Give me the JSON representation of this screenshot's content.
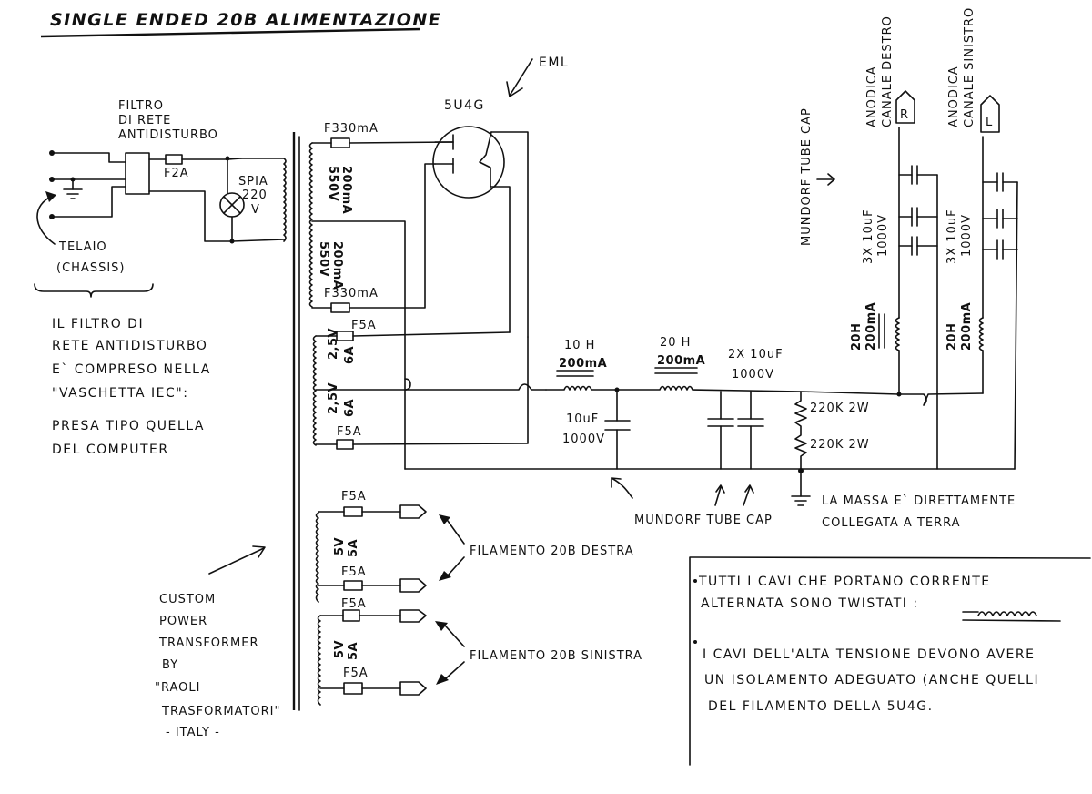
{
  "title": "SINGLE ENDED 20B  ALIMENTAZIONE",
  "mains_filter": {
    "label_lines": [
      "FILTRO",
      "DI RETE",
      "ANTIDISTURBO"
    ],
    "fuse": "F2A",
    "lamp_label": [
      "SPIA",
      "220",
      "V"
    ],
    "chassis_label": [
      "TELAIO",
      "(CHASSIS)"
    ],
    "note_lines": [
      "IL FILTRO DI",
      "RETE ANTIDISTURBO",
      "E` COMPRESO NELLA",
      "\"VASCHETTA IEC\":",
      "PRESA TIPO QUELLA",
      "DEL COMPUTER"
    ]
  },
  "transformer": {
    "hv_fuse_top": "F330mA",
    "hv_winding_1": [
      "550V",
      "200mA"
    ],
    "hv_winding_2": [
      "550V",
      "200mA"
    ],
    "hv_fuse_bottom": "F330mA",
    "fil_fuse_top": "F5A",
    "fil_winding_1": [
      "2,5V",
      "6A"
    ],
    "fil_winding_2": [
      "2,5V",
      "6A"
    ],
    "fil_fuse_bottom": "F5A",
    "maker_note": [
      "CUSTOM",
      "POWER",
      "TRANSFORMER",
      "BY",
      "\"RAOLI",
      "TRASFORMATORI\"",
      "- ITALY -"
    ]
  },
  "rectifier": {
    "tube": "5U4G",
    "brand": "EML"
  },
  "filter": {
    "choke1": [
      "10 H",
      "200mA"
    ],
    "cap1": [
      "10uF",
      "1000V"
    ],
    "choke2": [
      "20 H",
      "200mA"
    ],
    "cap2": [
      "2X 10uF",
      "1000V"
    ],
    "bleeder1": "220K 2W",
    "bleeder2": "220K 2W",
    "mundorf_note": "MUNDORF TUBE CAP",
    "ground_note": [
      "LA MASSA E` DIRETTAMENTE",
      "COLLEGATA A TERRA"
    ]
  },
  "outputs": {
    "mundorf_top": "MUNDORF TUBE CAP",
    "right": {
      "choke": [
        "20H",
        "200mA"
      ],
      "caps": [
        "3X 10uF",
        "1000V"
      ],
      "label": [
        "ANODICA",
        "CANALE DESTRO"
      ],
      "connector": "R"
    },
    "left": {
      "choke": [
        "20H",
        "200mA"
      ],
      "caps": [
        "3X 10uF",
        "1000V"
      ],
      "label": [
        "ANODICA",
        "CANALE SINISTRO"
      ],
      "connector": "L"
    }
  },
  "filaments": {
    "right_winding": [
      "5V",
      "5A"
    ],
    "left_winding": [
      "5V",
      "5A"
    ],
    "fuses": [
      "F5A",
      "F5A",
      "F5A",
      "F5A"
    ],
    "right_label": "FILAMENTO 20B DESTRA",
    "left_label": "FILAMENTO 20B SINISTRA"
  },
  "notes": [
    "TUTTI I CAVI  CHE PORTANO  CORRENTE",
    "ALTERNATA  SONO  TWISTATI :",
    "I CAVI  DELL'ALTA TENSIONE  DEVONO AVERE",
    "UN ISOLAMENTO ADEGUATO (ANCHE QUELLI",
    "DEL FILAMENTO DELLA 5U4G."
  ]
}
